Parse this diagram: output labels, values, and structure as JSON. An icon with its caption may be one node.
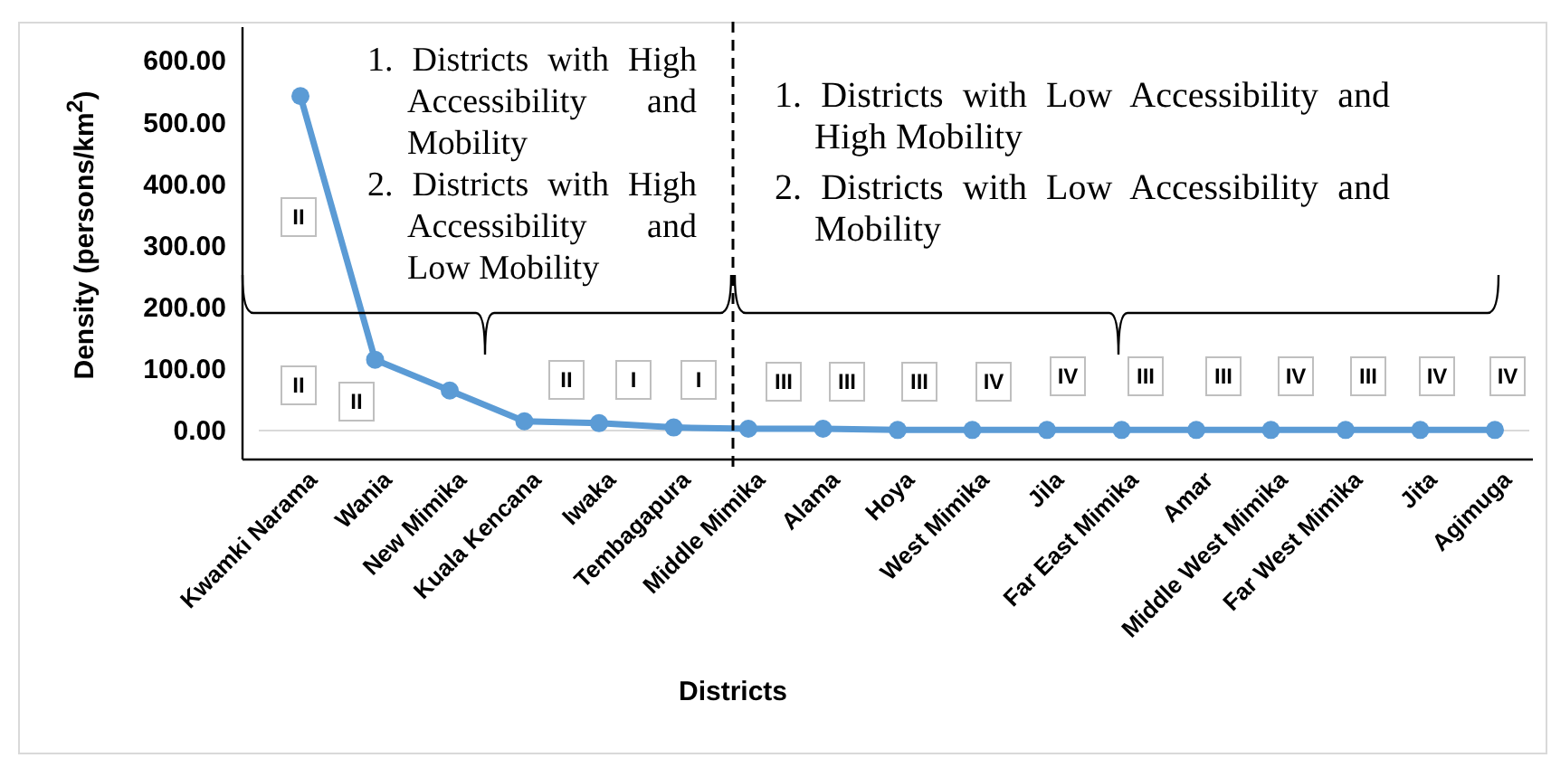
{
  "diagram": {
    "nodes": [
      {
        "text": [
          "II"
        ]
      },
      {
        "text": [
          "II"
        ]
      },
      {
        "text": [
          "II"
        ]
      },
      {
        "text": [
          "II"
        ]
      },
      {
        "text": [
          "I"
        ]
      },
      {
        "text": [
          "I"
        ]
      },
      {
        "text": [
          "III"
        ]
      },
      {
        "text": [
          "III"
        ]
      },
      {
        "text": [
          "III"
        ]
      },
      {
        "text": [
          "IV"
        ]
      },
      {
        "text": [
          "IV"
        ]
      },
      {
        "text": [
          "III"
        ]
      },
      {
        "text": [
          "III"
        ]
      },
      {
        "text": [
          "IV"
        ]
      },
      {
        "text": [
          "III"
        ]
      },
      {
        "text": [
          "IV"
        ]
      },
      {
        "text": [
          "IV"
        ]
      }
    ],
    "edges": [],
    "labels": [
      "1. Districts with High Accessibility and Mobility",
      "2. Districts with High Accessibility and Low Mobility",
      "1. Districts with Low Accessibility and High Mobility",
      "2. Districts with Low Accessibility and Mobility"
    ],
    "chart_data": {
      "type": "line",
      "xlabel": "Districts",
      "ylabel": "Density (persons/km$^{2}$)",
      "categories": [
        "Kwamki Narama",
        "Wania",
        "New Mimika",
        "Kuala Kencana",
        "Iwaka",
        "Tembagapura",
        "Middle Mimika",
        "Alama",
        "Hoya",
        "West Mimika",
        "Jila",
        "Far East Mimika",
        "Amar",
        "Middle West Mimika",
        "Far West Mimika",
        "Jita",
        "Agimuga"
      ],
      "series": [
        {
          "color": "#5b9bd5",
          "marker": "o",
          "values": [
            543,
            115,
            65,
            15,
            12,
            5,
            3,
            3,
            1,
            1,
            1,
            1,
            1,
            1,
            1,
            1,
            1
          ]
        }
      ],
      "ylim": [
        -47,
        655
      ],
      "yticks": [
        {
          "value": 0,
          "label": "0.00"
        },
        {
          "value": 100,
          "label": "100.00"
        },
        {
          "value": 200,
          "label": "200.00"
        },
        {
          "value": 300,
          "label": "300.00"
        },
        {
          "value": 400,
          "label": "400.00"
        },
        {
          "value": 500,
          "label": "500.00"
        },
        {
          "value": 600,
          "label": "600.00"
        }
      ]
    }
  }
}
